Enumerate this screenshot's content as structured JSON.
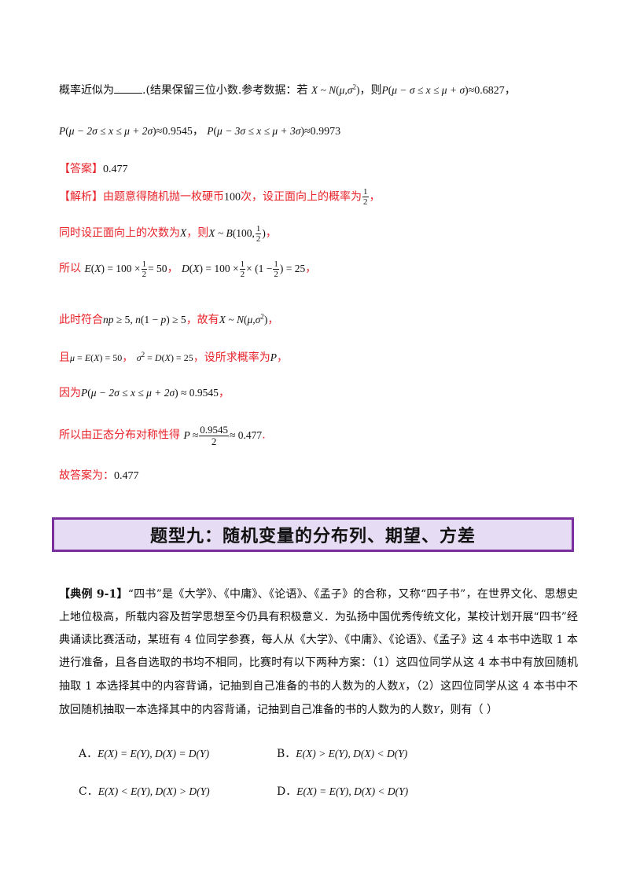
{
  "intro": {
    "line1_text": "概率近似为",
    "line1_suffix": ".(结果保留三位小数.参考数据：若",
    "line1_then": "，则",
    "val_1sigma": "≈0.6827",
    "val_2sigma": "≈0.9545",
    "val_3sigma": "≈0.9973"
  },
  "answer": {
    "label": "【答案】",
    "value": "0.477"
  },
  "analysis": {
    "label": "【解析】",
    "l1": "由题意得随机抛一枚硬币",
    "l1_num": "100",
    "l1_b": "次，设正面向上的概率为",
    "l2": "同时设正面向上的次数为",
    "l2_b": "，则",
    "l3": "所以",
    "l4": "此时符合",
    "l4_b": "，故有",
    "l5": "且",
    "l5_b": "，设所求概率为",
    "l6": "因为",
    "l7": "所以由正态分布对称性得",
    "conclusion_label": "故答案为：",
    "conclusion_value": "0.477"
  },
  "section": {
    "title": "题型九：随机变量的分布列、期望、方差"
  },
  "example": {
    "label": "【典例 9-1】",
    "p1": "“四书”是《大学》、《中庸》、《论语》、《孟子》的合称，又称“四子书”，在世界文化、思想史上地位极高，所载内容及哲学思想至今仍具有积极意义．为弘扬中国优秀传统文化，某校计划开展“四书”经典诵读比赛活动，某班有 4 位同学参赛，每人从《大学》、《中庸》、《论语》、《孟子》这 4 本书中选取 1 本进行准备，且各自选取的书均不相同，比赛时有以下两种方案：（1）这四位同学从这 4 本书中有放回随机抽取 1 本选择其中的内容背诵，记抽到自己准备的书的人数为的人数",
    "var_x": "X",
    "p1_mid": "，（2）这四位同学从这 4 本书中不放回随机抽取一本选择其中的内容背诵，记抽到自己准备的书的人数为的人数",
    "var_y": "Y",
    "p1_end": "，则有（ ）",
    "options": [
      {
        "letter": "A．",
        "expr": "E(X) = E(Y), D(X) = D(Y)"
      },
      {
        "letter": "B．",
        "expr": "E(X) > E(Y), D(X) < D(Y)"
      },
      {
        "letter": "C．",
        "expr": "E(X) < E(Y), D(X) > D(Y)"
      },
      {
        "letter": "D．",
        "expr": "E(X) = E(Y), D(X) < D(Y)"
      }
    ]
  }
}
